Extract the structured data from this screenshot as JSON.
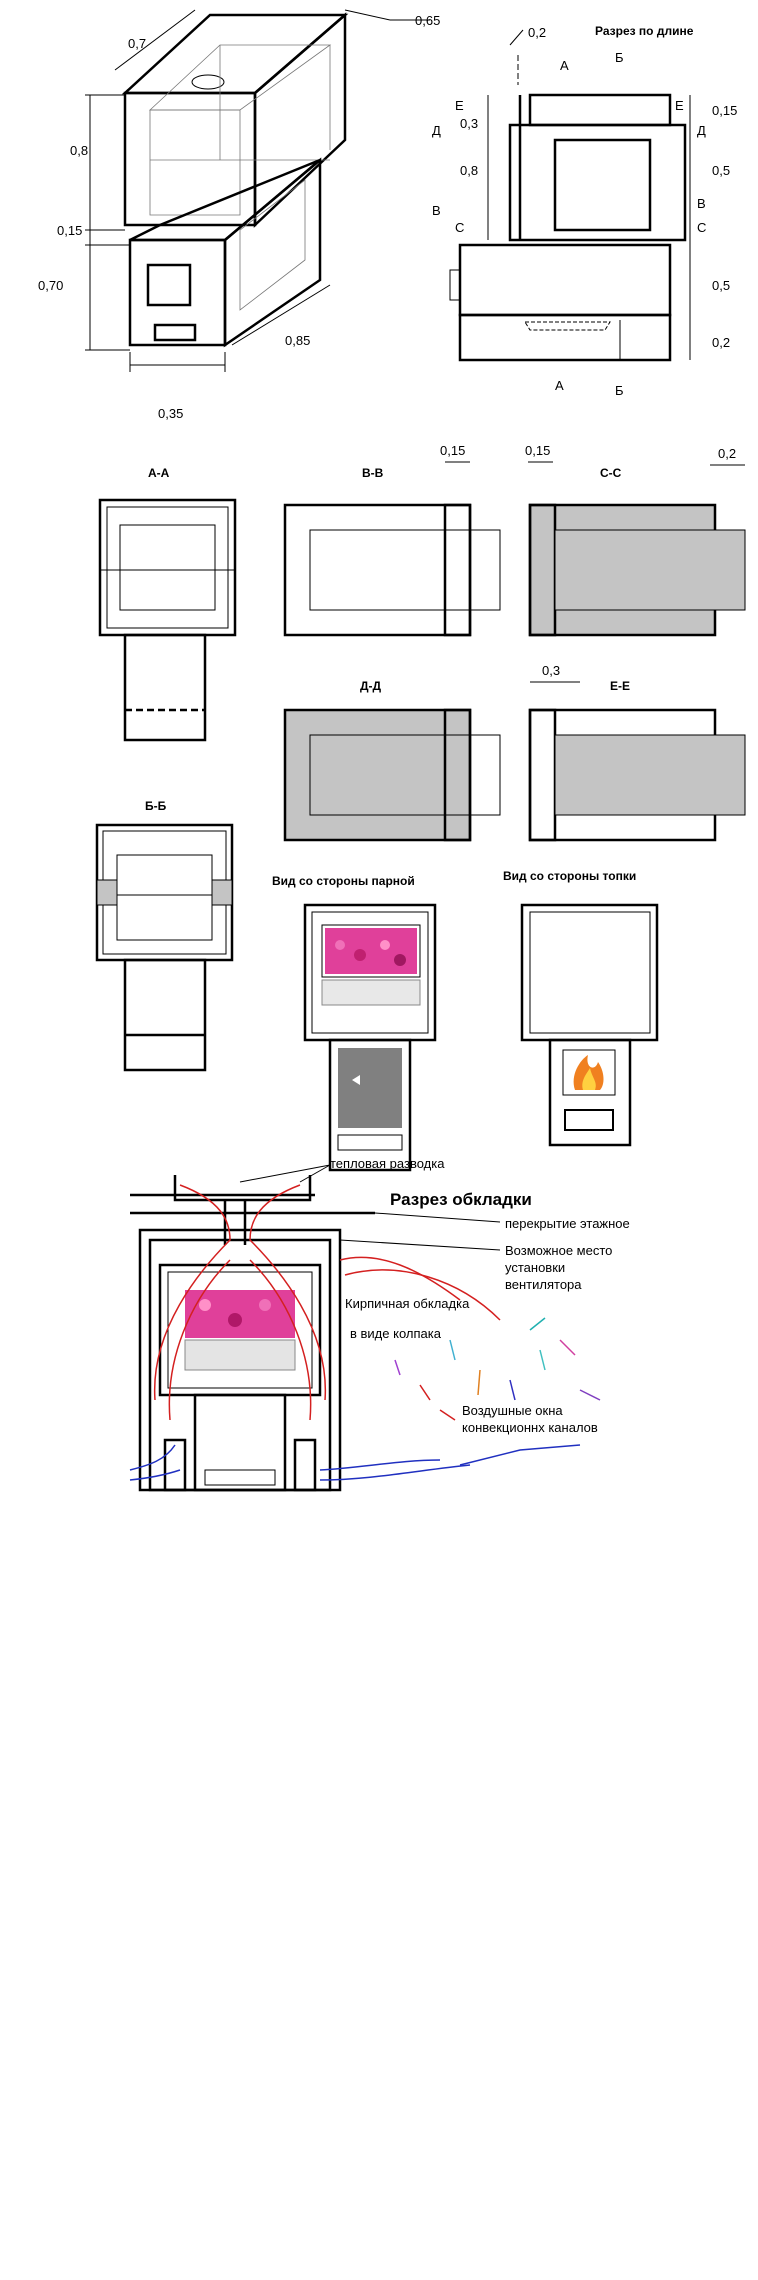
{
  "iso_view": {
    "dims": [
      "0,7",
      "0,65",
      "0,8",
      "0,15",
      "0,70",
      "0,85",
      "0,35"
    ]
  },
  "long_section": {
    "title": "Разрез по длине",
    "dim_top": "0,2",
    "left_dims": [
      "0,3",
      "0,8"
    ],
    "right_dims": [
      "0,15",
      "0,5",
      "0,5",
      "0,2"
    ],
    "markers_top": [
      "А",
      "Б"
    ],
    "markers_bottom": [
      "А",
      "Б"
    ],
    "markers_left": [
      "Е",
      "Д",
      "В",
      "С"
    ],
    "markers_right": [
      "Е",
      "Д",
      "В",
      "С"
    ]
  },
  "sections": {
    "aa": {
      "title": "А-А"
    },
    "bb_latin": {
      "title": "В-В",
      "dim": "0,15"
    },
    "cc": {
      "title": "С-С",
      "dims": [
        "0,15",
        "0,2"
      ]
    },
    "dd": {
      "title": "Д-Д"
    },
    "ee": {
      "title": "Е-Е",
      "dim": "0,3"
    },
    "bb": {
      "title": "Б-Б"
    }
  },
  "views": {
    "steam_room": "Вид со стороны парной",
    "firebox": "Вид со стороны топки"
  },
  "lining_section": {
    "title": "Разрез обкладки",
    "labels": {
      "heat_distribution": "тепловая разводка",
      "floor_slab": "перекрытие этажное",
      "fan_place": [
        "Возможное место",
        "установки",
        "вентилятора"
      ],
      "brick_lining": [
        "Кирпичная обкладка",
        "в виде колпака"
      ],
      "air_windows": [
        "Воздушные окна",
        "конвекционнх каналов"
      ]
    }
  },
  "colors": {
    "line": "#000000",
    "gray_fill": "#c4c4c4",
    "stones": "#e0409a",
    "heat_flow": "#d42020",
    "cold_air": "#2030c0",
    "fire": "#f08020"
  }
}
